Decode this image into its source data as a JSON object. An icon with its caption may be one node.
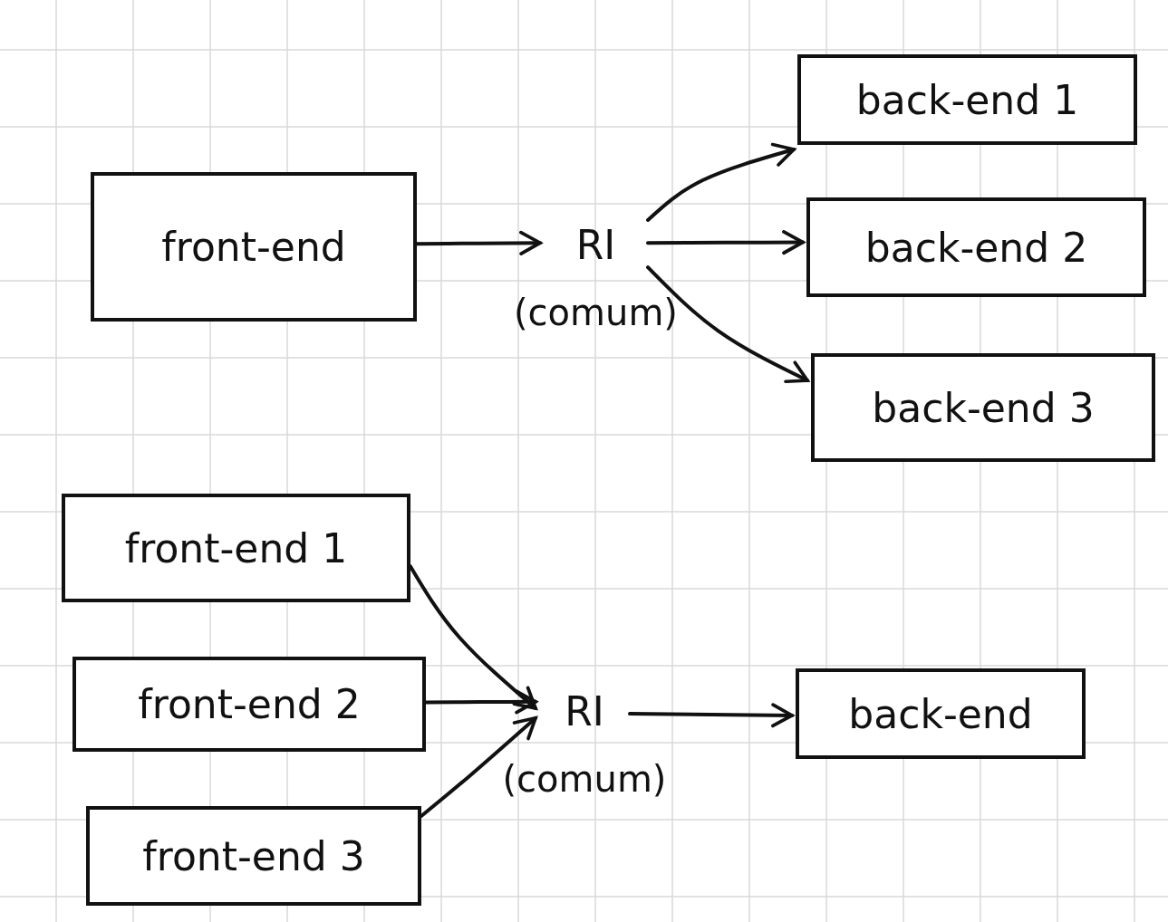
{
  "diagram": {
    "nodes": [
      {
        "text": [
          "front-end"
        ]
      },
      {
        "text": [
          "RI"
        ],
        "beside": [
          "(comum)"
        ]
      },
      {
        "text": [
          "back-end 1"
        ]
      },
      {
        "text": [
          "back-end 2"
        ]
      },
      {
        "text": [
          "back-end 3"
        ]
      },
      {
        "text": [
          "front-end 1"
        ]
      },
      {
        "text": [
          "front-end 2"
        ]
      },
      {
        "text": [
          "front-end 3"
        ]
      },
      {
        "text": [
          "RI"
        ],
        "beside": [
          "(comum)"
        ]
      },
      {
        "text": [
          "back-end"
        ]
      }
    ],
    "edges": [
      {
        "from": 0,
        "to": 1,
        "arrow": "to"
      },
      {
        "from": 1,
        "to": 2,
        "arrow": "to"
      },
      {
        "from": 1,
        "to": 3,
        "arrow": "to"
      },
      {
        "from": 1,
        "to": 4,
        "arrow": "to"
      },
      {
        "from": 5,
        "to": 8,
        "arrow": "to"
      },
      {
        "from": 6,
        "to": 8,
        "arrow": "to"
      },
      {
        "from": 7,
        "to": 8,
        "arrow": "to"
      },
      {
        "from": 8,
        "to": 9,
        "arrow": "to"
      }
    ]
  }
}
